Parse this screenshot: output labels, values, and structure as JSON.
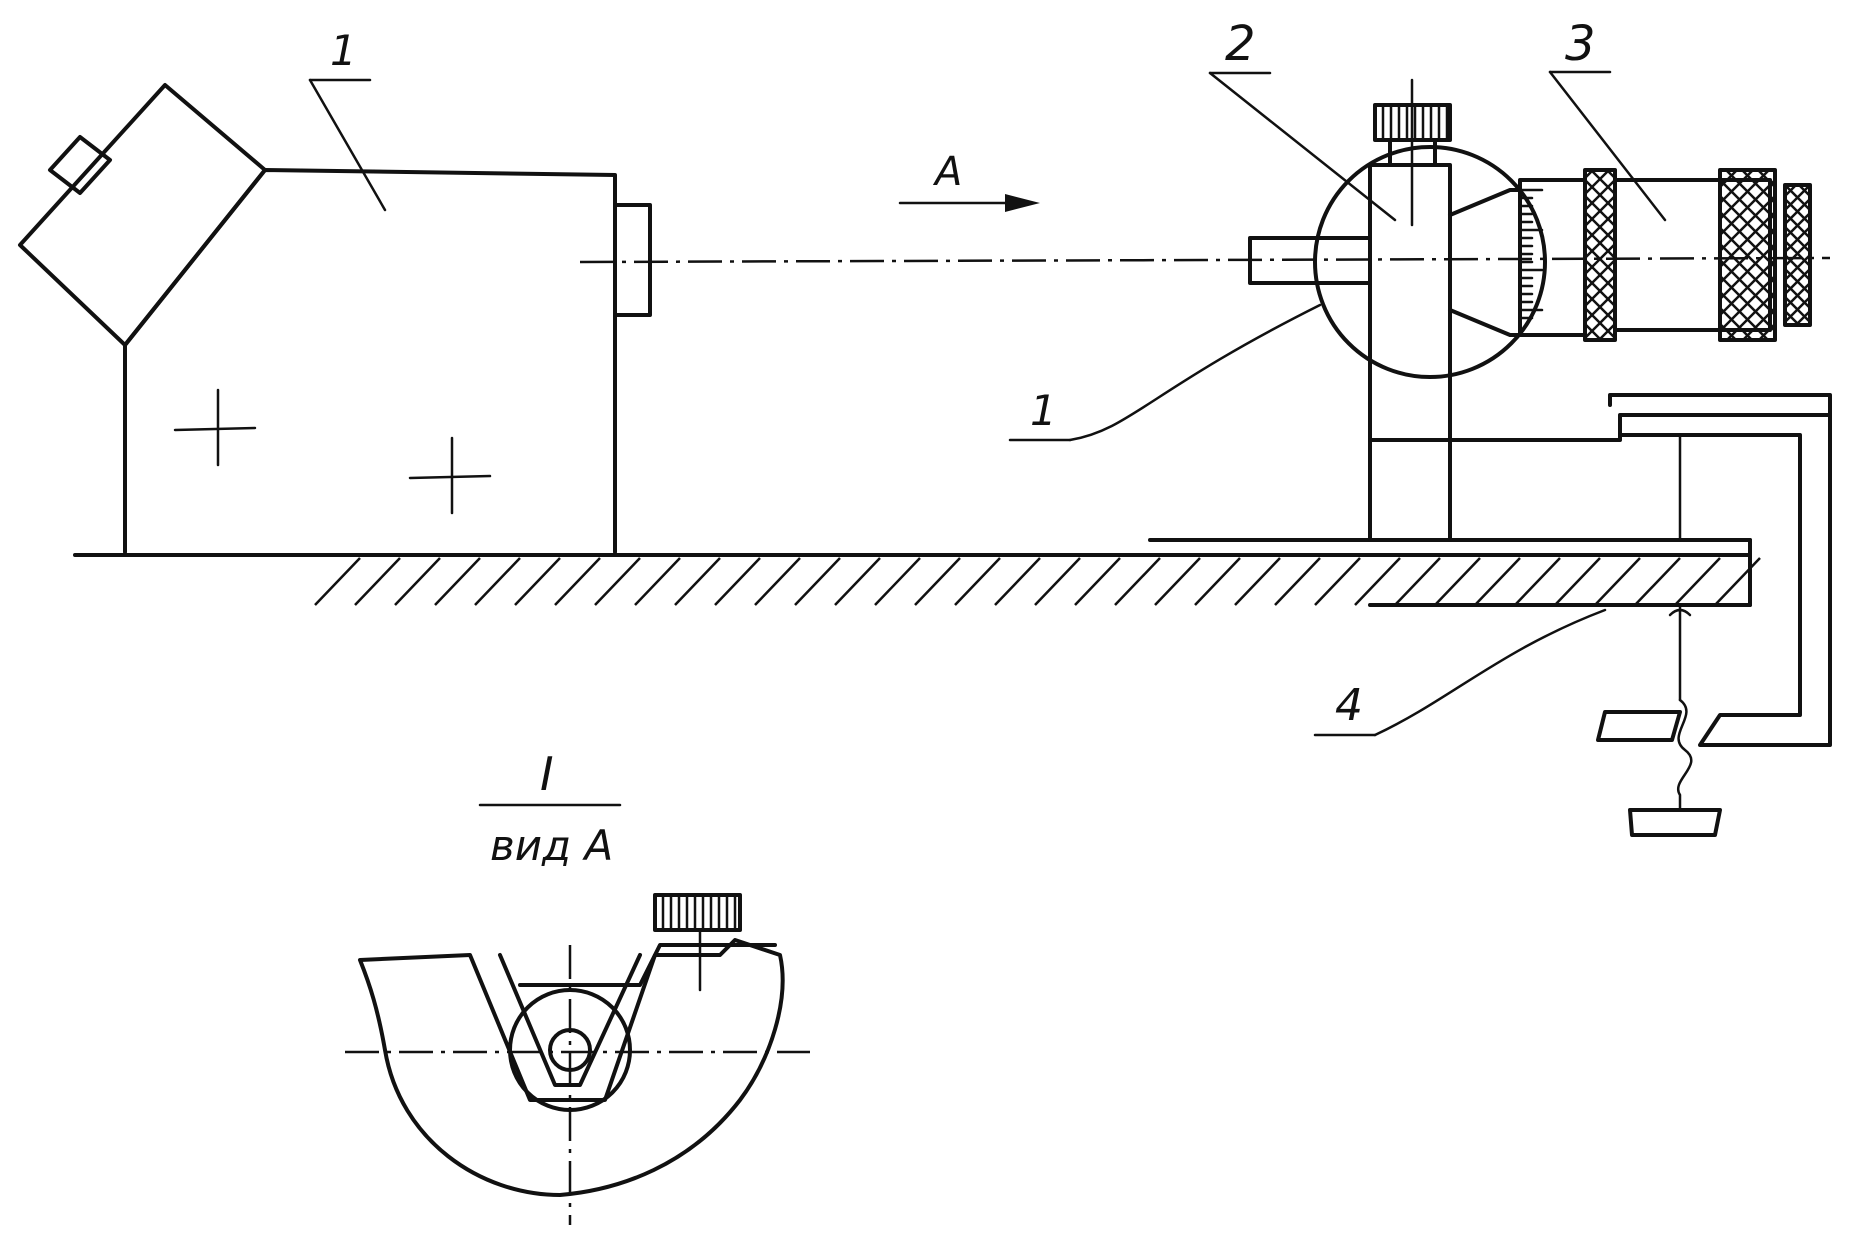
{
  "callouts": {
    "c1_top": "1",
    "c2": "2",
    "c3": "3",
    "c1_mid": "1",
    "c4": "4",
    "arrow_label": "A"
  },
  "detail": {
    "number": "I",
    "view": "вид А"
  },
  "colors": {
    "ink": "#111111",
    "paper": "#ffffff"
  }
}
